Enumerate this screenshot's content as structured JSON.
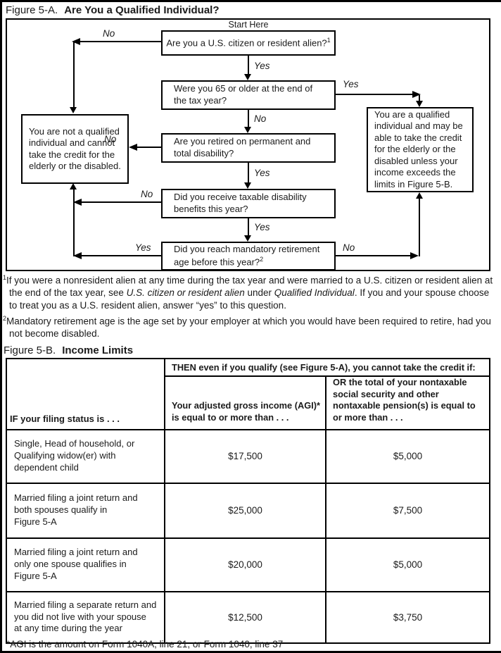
{
  "figure_a": {
    "label": "Figure 5-A.",
    "title": "Are You a Qualified Individual?",
    "start_here": "Start Here",
    "labels": {
      "yes": "Yes",
      "no": "No"
    },
    "questions": [
      {
        "text": "Are you a U.S. citizen or resident alien?",
        "superscript": "1"
      },
      {
        "text": "Were you 65 or older at the end of\nthe tax year?",
        "superscript": ""
      },
      {
        "text": "Are you retired on permanent and\ntotal disability?",
        "superscript": ""
      },
      {
        "text": "Did you receive taxable disability\nbenefits this year?",
        "superscript": ""
      },
      {
        "text": "Did you reach mandatory retirement\nage before this year?",
        "superscript": "2"
      }
    ],
    "not_qualified": "You are not a qualified\nindividual and cannot\ntake the credit for the\nelderly or the disabled.",
    "qualified": "You are a qualified\nindividual and may be\nable to take the credit\nfor the elderly or the\ndisabled unless your\nincome exceeds the\nlimits in Figure 5-B.",
    "footnote1": {
      "sup": "1",
      "part1": "If you were a nonresident alien at any time during the tax year and were married to a U.S. citizen or resident alien at the end of the tax year, see ",
      "italic1": "U.S. citizen or resident alien",
      "part2": " under ",
      "italic2": "Qualified Individual",
      "part3": ". If you and your spouse choose to treat you as a U.S. resident alien, answer “yes” to this question."
    },
    "footnote2": {
      "sup": "2",
      "text": "Mandatory retirement age is the age set by your employer at which you would have been required to retire, had you not become disabled."
    }
  },
  "figure_b": {
    "label": "Figure 5-B.",
    "title": "Income Limits",
    "table": {
      "col1_header": "IF your filing status is . . .",
      "then_header": "THEN even if you qualify (see Figure 5-A), you cannot take the credit if:",
      "agi_header": "Your adjusted gross income (AGI)*\nis equal to or more than . . .",
      "nontaxable_header": "OR the total of your nontaxable\nsocial security and other\nnontaxable pension(s) is equal to\nor more than . . .",
      "rows": [
        {
          "status": "Single, Head of household, or\nQualifying widow(er) with\ndependent child",
          "agi": "$17,500",
          "nontaxable": "$5,000"
        },
        {
          "status": "Married filing a joint return and\nboth spouses qualify in\nFigure 5-A",
          "agi": "$25,000",
          "nontaxable": "$7,500"
        },
        {
          "status": "Married filing a joint return and\nonly one spouse qualifies in\nFigure 5-A",
          "agi": "$20,000",
          "nontaxable": "$5,000"
        },
        {
          "status": "Married filing a separate return and\nyou did not live with your spouse\nat any time during the year",
          "agi": "$12,500",
          "nontaxable": "$3,750"
        }
      ]
    },
    "footnote": "*AGI is the amount on Form 1040A, line 21, or Form 1040, line 37"
  }
}
